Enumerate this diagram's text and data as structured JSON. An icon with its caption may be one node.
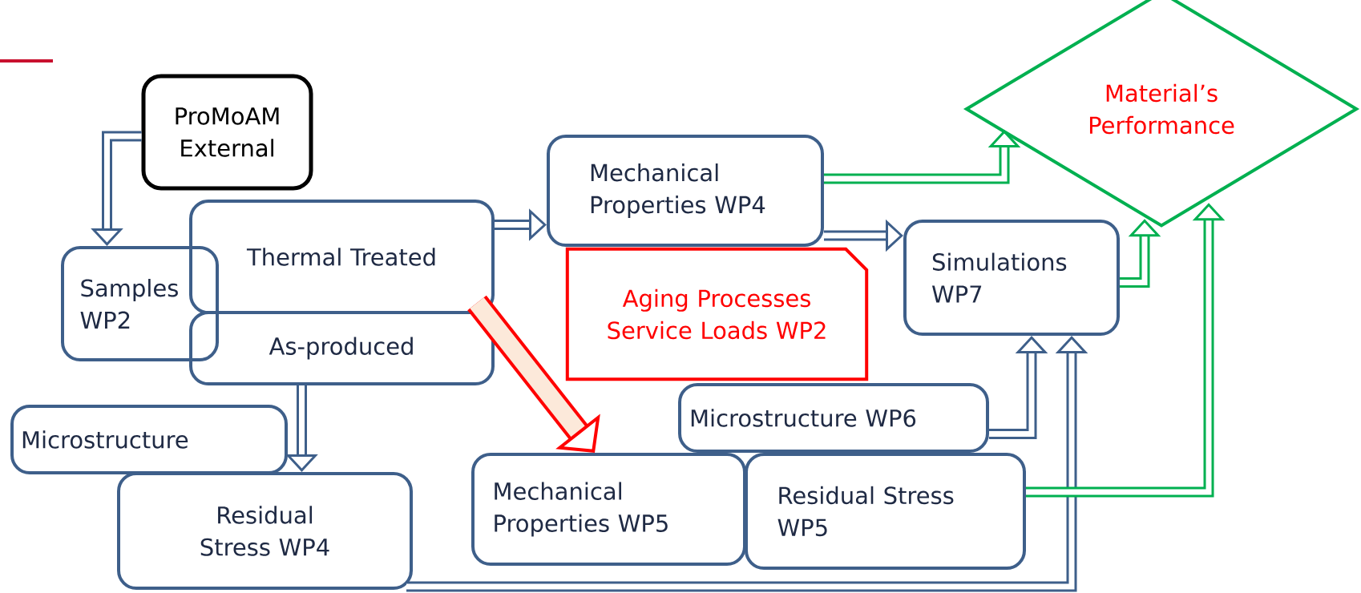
{
  "diagram": {
    "nodes": [
      {
        "text": [
          "ProMoAM External"
        ]
      },
      {
        "text": [
          "Samples WP2"
        ]
      },
      {
        "text": [
          "Thermal Treated"
        ]
      },
      {
        "text": [
          "As-produced"
        ]
      },
      {
        "text": [
          "Microstructure"
        ]
      },
      {
        "text": [
          "Residual Stress WP4"
        ]
      },
      {
        "text": [
          "Mechanical Properties WP4"
        ]
      },
      {
        "text": [
          "Aging Processes Service Loads WP2"
        ]
      },
      {
        "text": [
          "Material’s Performance"
        ]
      },
      {
        "text": [
          "Simulations WP7"
        ]
      },
      {
        "text": [
          "Microstructure WP6"
        ]
      },
      {
        "text": [
          "Mechanical Properties WP5"
        ]
      },
      {
        "text": [
          "Residual Stress WP5"
        ]
      }
    ],
    "edges": [
      {
        "from": 0,
        "to": 1,
        "arrow": "to"
      },
      {
        "from": 2,
        "to": 6,
        "arrow": "to"
      },
      {
        "from": 3,
        "to": 5,
        "arrow": "to"
      },
      {
        "from": 2,
        "to": 11,
        "arrow": "to",
        "style": "thick",
        "color": "#ff0000"
      },
      {
        "from": 6,
        "to": 8,
        "arrow": "to",
        "color": "#00b050"
      },
      {
        "from": 6,
        "to": 9,
        "arrow": "to"
      },
      {
        "from": 9,
        "to": 8,
        "arrow": "to",
        "color": "#00b050"
      },
      {
        "from": 10,
        "to": 9,
        "arrow": "to"
      },
      {
        "from": 5,
        "to": 9,
        "arrow": "to"
      },
      {
        "from": 12,
        "to": 8,
        "arrow": "to",
        "color": "#00b050"
      }
    ]
  }
}
